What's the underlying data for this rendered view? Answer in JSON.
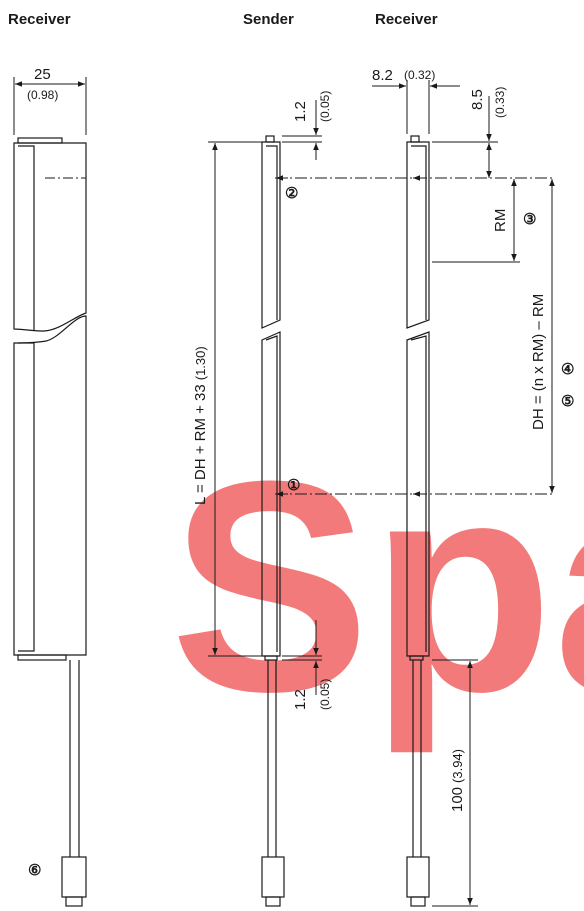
{
  "headers": {
    "receiver_left": "Receiver",
    "sender": "Sender",
    "receiver_right": "Receiver"
  },
  "dimensions": {
    "width_mm": "25",
    "width_in": "(0.98)",
    "side_mm": "8.2",
    "side_in": "(0.32)",
    "top_offset_mm": "8.5",
    "top_offset_in": "(0.33)",
    "cap_top_mm": "1.2",
    "cap_top_in": "(0.05)",
    "cap_bottom_mm": "1.2",
    "cap_bottom_in": "(0.05)",
    "length_formula": "L = DH + RM + 33",
    "length_in": "(1.30)",
    "rm": "RM",
    "dh_formula": "DH = (n x RM) – RM",
    "cable_mm": "100",
    "cable_in": "(3.94)"
  },
  "callouts": {
    "c1": "①",
    "c2": "②",
    "c3": "③",
    "c4": "④",
    "c5": "⑤",
    "c6": "⑥"
  },
  "watermark": {
    "text": "Spar",
    "color": "#f26b6b"
  },
  "colors": {
    "line": "#1a1a1a",
    "housing_fill": "#ffffff"
  }
}
